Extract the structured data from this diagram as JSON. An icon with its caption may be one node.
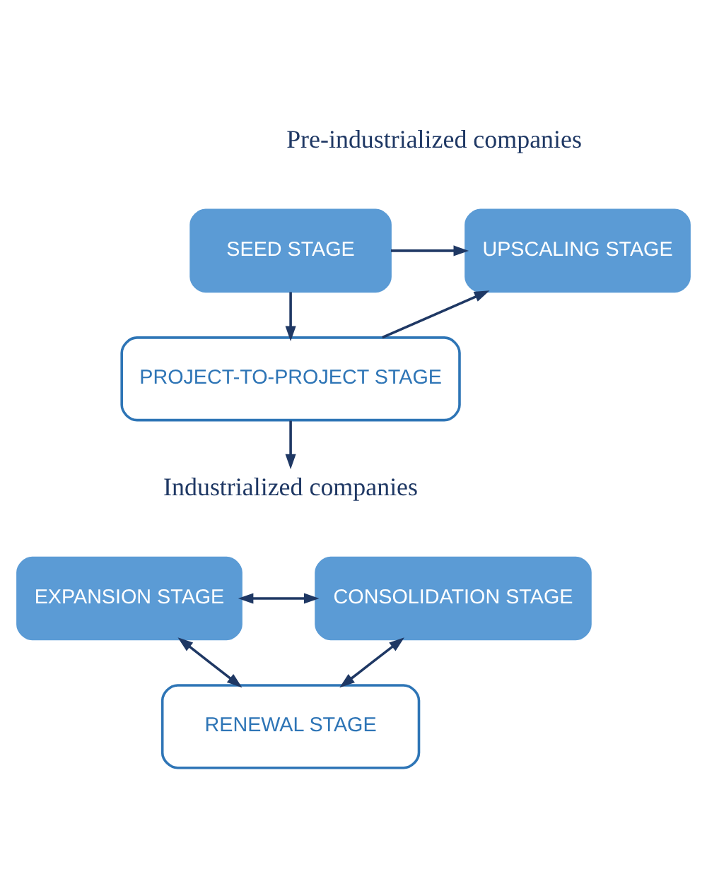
{
  "diagram": {
    "nodes": [
      {
        "text": [
          "Pre-industrialized companies"
        ]
      },
      {
        "text": [
          "SEED STAGE"
        ]
      },
      {
        "text": [
          "UPSCALING STAGE"
        ]
      },
      {
        "text": [
          "PROJECT-TO-PROJECT STAGE"
        ]
      },
      {
        "text": [
          "Industrialized companies"
        ]
      },
      {
        "text": [
          "EXPANSION STAGE"
        ]
      },
      {
        "text": [
          "CONSOLIDATION STAGE"
        ]
      },
      {
        "text": [
          "RENEWAL STAGE"
        ]
      }
    ],
    "edges": [
      {
        "from": 1,
        "to": 2,
        "arrow": "to"
      },
      {
        "from": 1,
        "to": 3,
        "arrow": "to"
      },
      {
        "from": 3,
        "to": 2,
        "arrow": "to"
      },
      {
        "from": 3,
        "to": 4,
        "arrow": "to"
      },
      {
        "from": 5,
        "to": 6,
        "arrow": "both"
      },
      {
        "from": 5,
        "to": 7,
        "arrow": "both"
      },
      {
        "from": 6,
        "to": 7,
        "arrow": "both"
      }
    ]
  }
}
